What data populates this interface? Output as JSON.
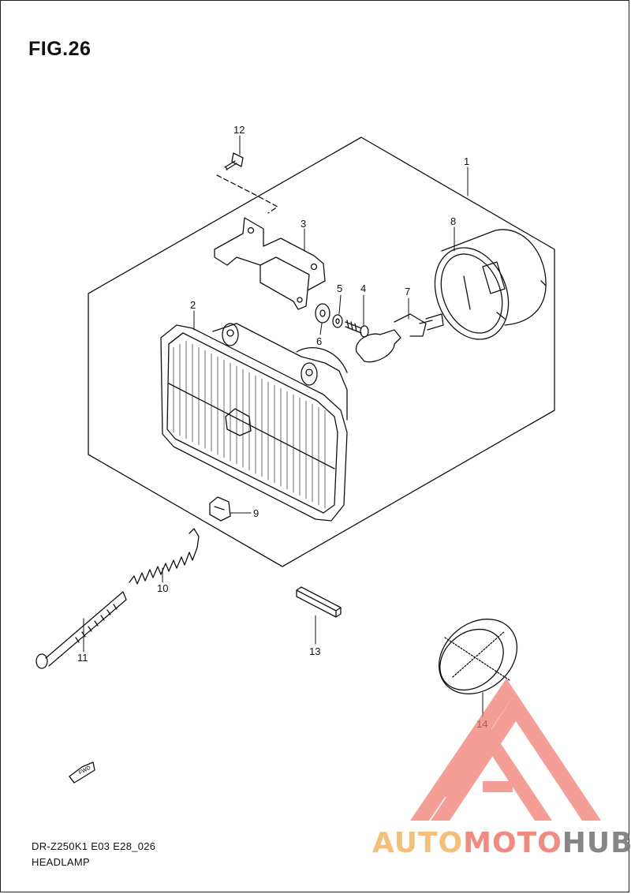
{
  "figure": {
    "title": "FIG.26"
  },
  "footer": {
    "code": "DR-Z250K1 E03 E28_026",
    "caption": "HEADLAMP"
  },
  "parts": [
    {
      "id": "1",
      "label": "1"
    },
    {
      "id": "2",
      "label": "2"
    },
    {
      "id": "3",
      "label": "3"
    },
    {
      "id": "4",
      "label": "4"
    },
    {
      "id": "5",
      "label": "5"
    },
    {
      "id": "6",
      "label": "6"
    },
    {
      "id": "7",
      "label": "7"
    },
    {
      "id": "8",
      "label": "8"
    },
    {
      "id": "9",
      "label": "9"
    },
    {
      "id": "10",
      "label": "10"
    },
    {
      "id": "11",
      "label": "11"
    },
    {
      "id": "12",
      "label": "12"
    },
    {
      "id": "13",
      "label": "13"
    },
    {
      "id": "14",
      "label": "14"
    }
  ],
  "fwd_arrow": {
    "label": "FWD",
    "icon": "forward-arrow-icon"
  },
  "watermark": {
    "text_part1": "AUTO",
    "text_part2": "MOTO",
    "text_part3": "HUB",
    "colors": {
      "part1": "#f4b96a",
      "part2": "#f27e73",
      "part3": "#7a7a7a",
      "logo": "#f07a6e"
    }
  }
}
